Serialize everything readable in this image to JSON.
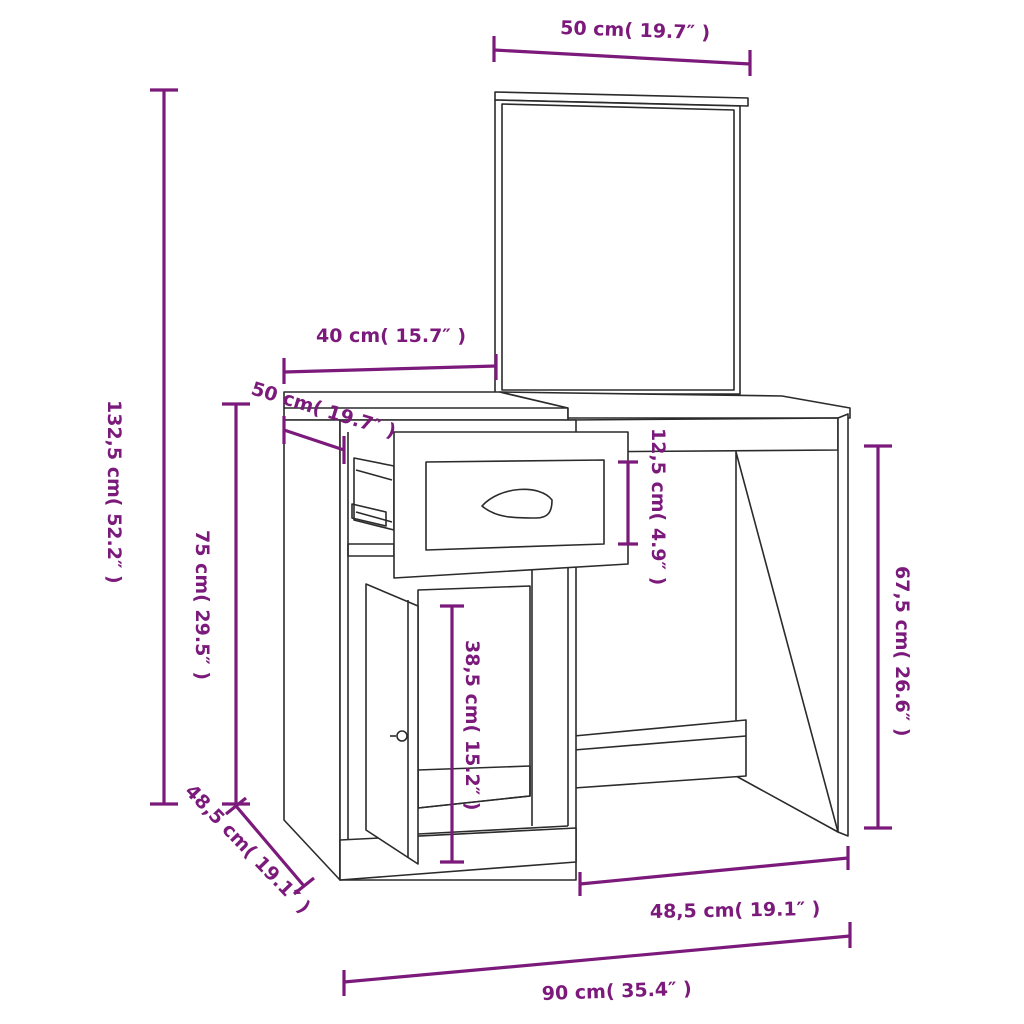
{
  "colors": {
    "dimension": "#7b1a7b",
    "outline": "#2b2b2b",
    "background": "#ffffff"
  },
  "labels": {
    "mirror_width": "50 cm( 19.7″ )",
    "total_height": "132,5 cm( 52.2″ )",
    "drawer_width": "40 cm( 15.7″ )",
    "top_depth": "50 cm( 19.7″ )",
    "drawer_height": "12,5 cm( 4.9″ )",
    "table_height": "75 cm( 29.5″ )",
    "knee_height": "67,5 cm( 26.6″ )",
    "cabinet_height": "38,5 cm( 15.2″ )",
    "side_depth": "48,5 cm( 19.1″ )",
    "knee_width": "48,5 cm( 19.1″ )",
    "total_width": "90 cm( 35.4″ )"
  }
}
